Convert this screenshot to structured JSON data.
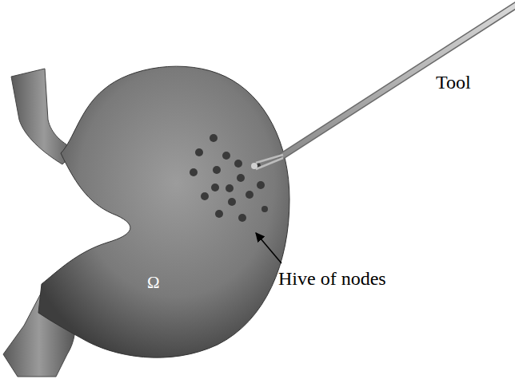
{
  "diagram": {
    "labels": [
      "Tool",
      "Hive of nodes",
      "Ω"
    ]
  }
}
